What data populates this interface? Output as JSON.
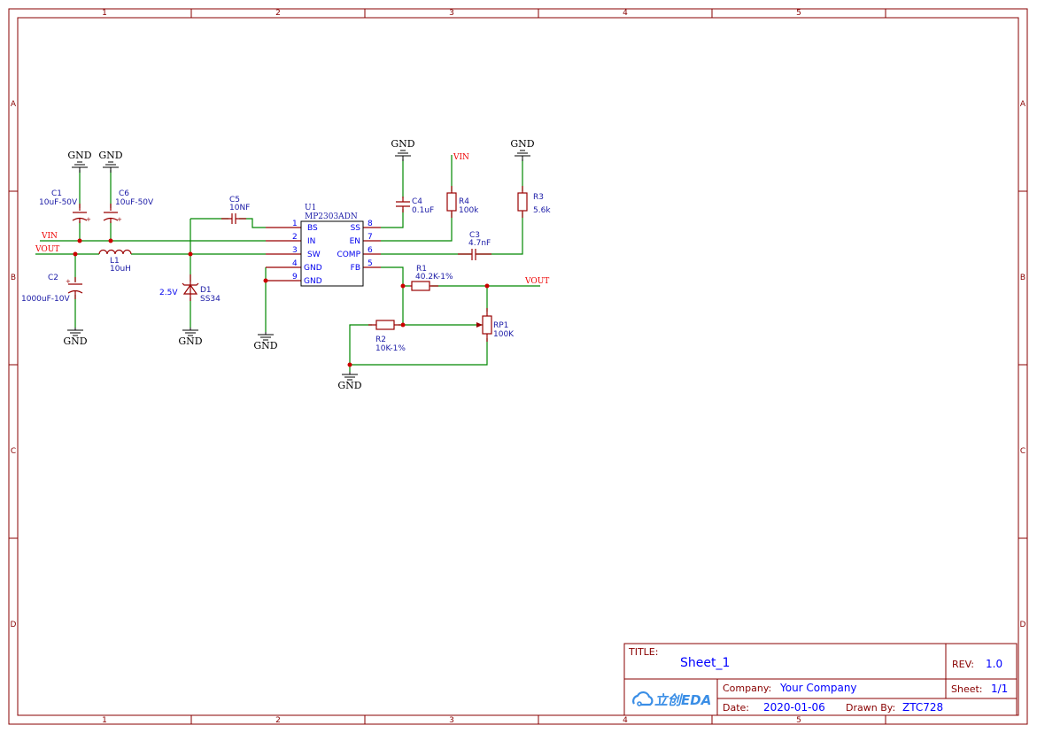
{
  "frame": {
    "columns": [
      "1",
      "2",
      "3",
      "4",
      "5"
    ],
    "rows": [
      "A",
      "B",
      "C",
      "D"
    ]
  },
  "nets": {
    "vin": "VIN",
    "vout": "VOUT",
    "gnd": "GND"
  },
  "u1": {
    "ref": "U1",
    "part": "MP2303ADN",
    "left_pins": [
      {
        "num": "1",
        "name": "BS"
      },
      {
        "num": "2",
        "name": "IN"
      },
      {
        "num": "3",
        "name": "SW"
      },
      {
        "num": "4",
        "name": "GND"
      },
      {
        "num": "9",
        "name": "GND"
      }
    ],
    "right_pins": [
      {
        "num": "8",
        "name": "SS"
      },
      {
        "num": "7",
        "name": "EN"
      },
      {
        "num": "6",
        "name": "COMP"
      },
      {
        "num": "5",
        "name": "FB"
      }
    ]
  },
  "components": {
    "c1": {
      "ref": "C1",
      "value": "10uF-50V"
    },
    "c6": {
      "ref": "C6",
      "value": "10uF-50V"
    },
    "c2": {
      "ref": "C2",
      "value": "1000uF-10V"
    },
    "c5": {
      "ref": "C5",
      "value": "10NF"
    },
    "c4": {
      "ref": "C4",
      "value": "0.1uF"
    },
    "c3": {
      "ref": "C3",
      "value": "4.7nF"
    },
    "l1": {
      "ref": "L1",
      "value": "10uH"
    },
    "d1": {
      "ref": "D1",
      "value": "SS34",
      "note": "2.5V"
    },
    "r1": {
      "ref": "R1",
      "value": "40.2K-1%"
    },
    "r2": {
      "ref": "R2",
      "value": "10K-1%"
    },
    "r3": {
      "ref": "R3",
      "value": "5.6k"
    },
    "r4": {
      "ref": "R4",
      "value": "100k"
    },
    "rp1": {
      "ref": "RP1",
      "value": "100K"
    }
  },
  "title_block": {
    "title_label": "TITLE:",
    "title": "Sheet_1",
    "rev_label": "REV:",
    "rev": "1.0",
    "company_label": "Company:",
    "company": "Your Company",
    "sheet_label": "Sheet:",
    "sheet": "1/1",
    "date_label": "Date:",
    "date": "2020-01-06",
    "drawn_label": "Drawn By:",
    "drawn_by": "ZTC728",
    "logo": "立创EDA"
  },
  "colors": {
    "frame": "#880000",
    "wire": "#008800",
    "component": "#990000",
    "text": "#1a1aa6",
    "net": "#ee0000"
  }
}
